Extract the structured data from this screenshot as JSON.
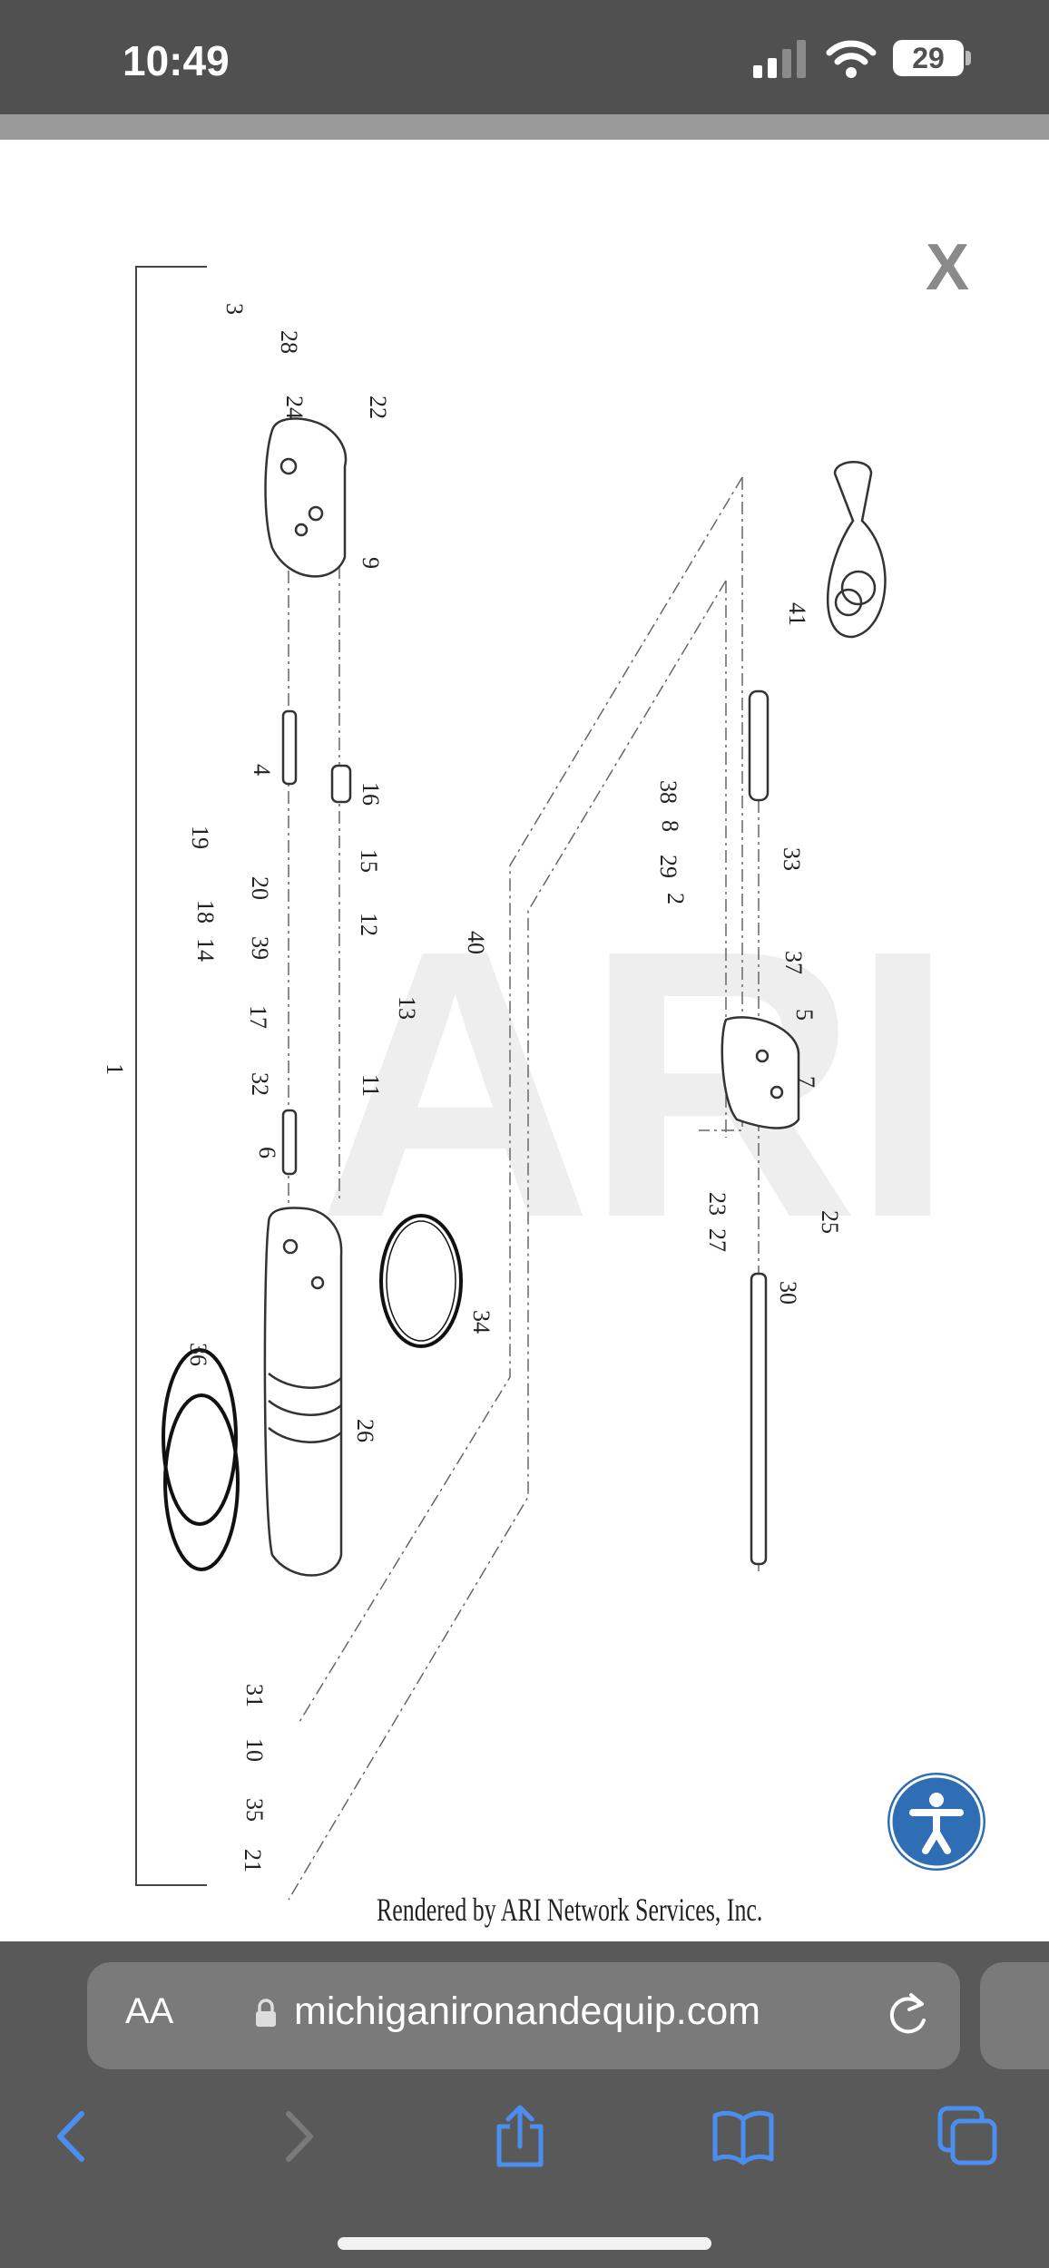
{
  "status": {
    "time": "10:49",
    "battery": "29"
  },
  "page": {
    "close_label": "X",
    "watermark": "ARI",
    "credit": "Rendered by ARI Network Services, Inc."
  },
  "diagram": {
    "callouts": [
      "1",
      "2",
      "3",
      "4",
      "5",
      "6",
      "7",
      "8",
      "9",
      "10",
      "11",
      "12",
      "13",
      "14",
      "15",
      "16",
      "17",
      "18",
      "19",
      "20",
      "21",
      "22",
      "23",
      "24",
      "25",
      "26",
      "27",
      "28",
      "29",
      "30",
      "31",
      "32",
      "33",
      "34",
      "35",
      "36",
      "37",
      "38",
      "39",
      "40",
      "41"
    ]
  },
  "browser": {
    "text_size_label": "AA",
    "url": "michiganironandequip.com"
  },
  "icons": {
    "signal": "cellular-signal-icon",
    "wifi": "wifi-icon",
    "battery": "battery-icon",
    "accessibility": "accessibility-icon",
    "lock": "lock-icon",
    "reload": "reload-icon",
    "back": "back-arrow-icon",
    "forward": "forward-arrow-icon",
    "share": "share-icon",
    "bookmarks": "book-icon",
    "tabs": "tabs-icon"
  }
}
